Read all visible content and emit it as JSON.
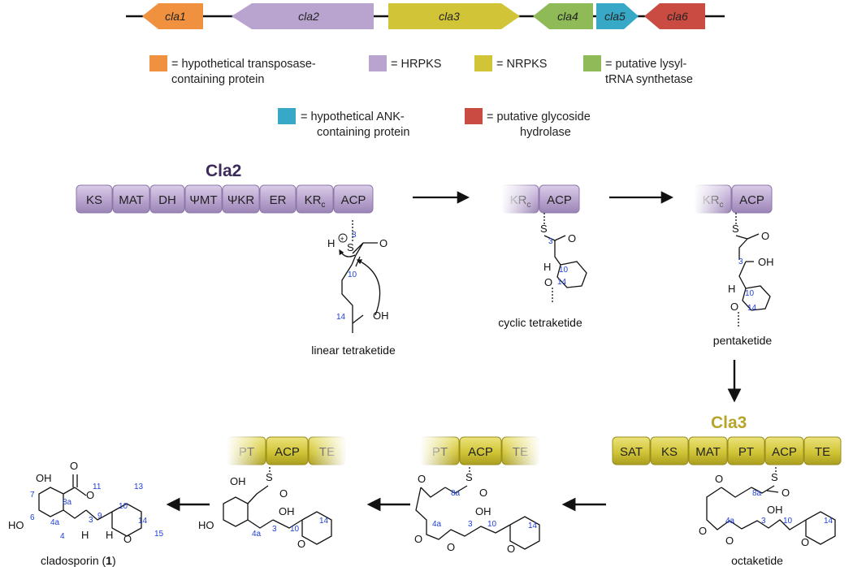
{
  "gene_cluster": {
    "genes": [
      {
        "name": "cla1",
        "color": "#f0913f"
      },
      {
        "name": "cla2",
        "color": "#b9a4cf"
      },
      {
        "name": "cla3",
        "color": "#d1c537"
      },
      {
        "name": "cla4",
        "color": "#8fba58"
      },
      {
        "name": "cla5",
        "color": "#37a9c6"
      },
      {
        "name": "cla6",
        "color": "#c94b42"
      }
    ]
  },
  "legend": {
    "items": [
      {
        "line1": "= hypothetical transposase-",
        "line2": "containing protein",
        "color": "#f0913f"
      },
      {
        "line1": "= HRPKS",
        "line2": "",
        "color": "#b9a4cf"
      },
      {
        "line1": "= NRPKS",
        "line2": "",
        "color": "#d1c537"
      },
      {
        "line1": "= putative lysyl-",
        "line2": "tRNA synthetase",
        "color": "#8fba58"
      },
      {
        "line1": "= hypothetical ANK-",
        "line2": "containing protein",
        "color": "#37a9c6"
      },
      {
        "line1": "= putative glycoside",
        "line2": "hydrolase",
        "color": "#c94b42"
      }
    ]
  },
  "cla2": {
    "title": "Cla2",
    "title_color": "#3c2a5a",
    "domain_color": "#b9a4cf",
    "domains": [
      "KS",
      "MAT",
      "DH",
      "ΨMT",
      "ΨKR",
      "ER",
      "KR",
      "ACP"
    ],
    "kr_subscript": "c",
    "truncated_domains": [
      "KR",
      "ACP"
    ]
  },
  "cla3": {
    "title": "Cla3",
    "title_color": "#b7a42a",
    "domain_color": "#d1c537",
    "domains": [
      "SAT",
      "KS",
      "MAT",
      "PT",
      "ACP",
      "TE"
    ],
    "truncated_domains": [
      "PT",
      "ACP",
      "TE"
    ]
  },
  "labels": {
    "linear": "linear tetraketide",
    "cyclic": "cyclic tetraketide",
    "pentaketide": "pentaketide",
    "octaketide": "octaketide",
    "product_name": "cladosporin (",
    "product_num": "1",
    "product_close": ")"
  },
  "atoms": {
    "S": "S",
    "O": "O",
    "OH": "OH",
    "H": "H",
    "HO": "HO",
    "plus": "+"
  },
  "positions": {
    "p3": "3",
    "p10": "10",
    "p14": "14",
    "p8a": "8a",
    "p4a": "4a",
    "p4": "4",
    "p6": "6",
    "p7": "7",
    "p9": "9",
    "p11": "11",
    "p13": "13",
    "p15": "15"
  }
}
